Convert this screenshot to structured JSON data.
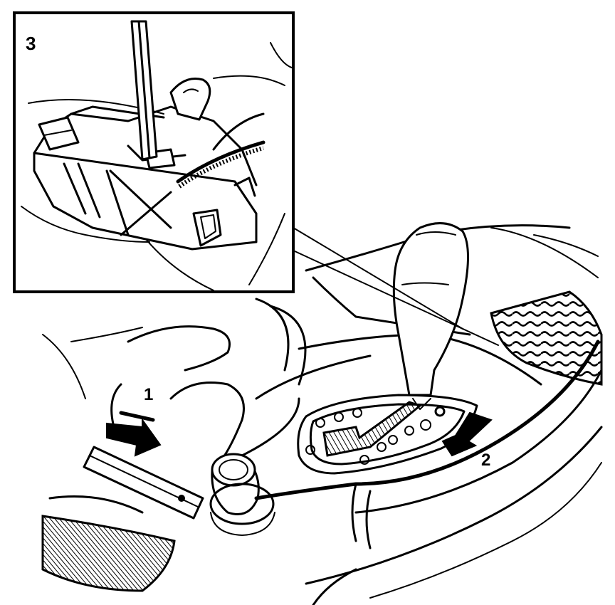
{
  "callouts": {
    "label_1": "1",
    "label_2": "2",
    "label_3": "3"
  },
  "colors": {
    "line": "#000000",
    "background": "#ffffff"
  }
}
